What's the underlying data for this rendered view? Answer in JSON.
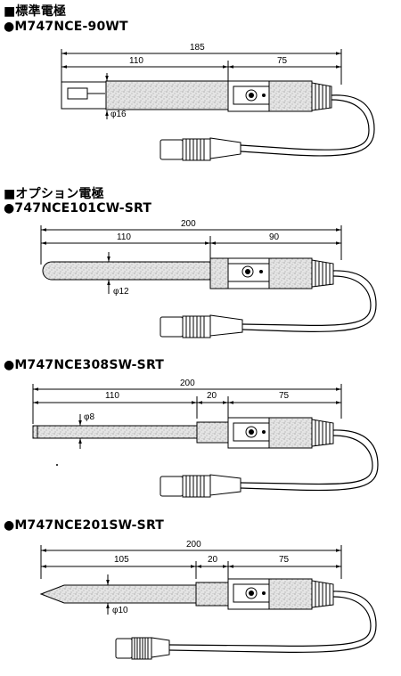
{
  "sections": {
    "standard_heading": "■標準電極",
    "optional_heading": "■オプション電極"
  },
  "models": [
    {
      "name": "●M747NCE-90WT",
      "dims": {
        "total": "185",
        "left": "110",
        "right": "75",
        "diameter": "φ16"
      }
    },
    {
      "name": "●747NCE101CW-SRT",
      "dims": {
        "total": "200",
        "left": "110",
        "right": "90",
        "diameter": "φ12"
      }
    },
    {
      "name": "●M747NCE308SW-SRT",
      "dims": {
        "total": "200",
        "left": "110",
        "mid": "20",
        "right": "75",
        "diameter": "φ8"
      }
    },
    {
      "name": "●M747NCE201SW-SRT",
      "dims": {
        "total": "200",
        "left": "105",
        "mid": "20",
        "right": "75",
        "diameter": "φ10"
      }
    }
  ]
}
